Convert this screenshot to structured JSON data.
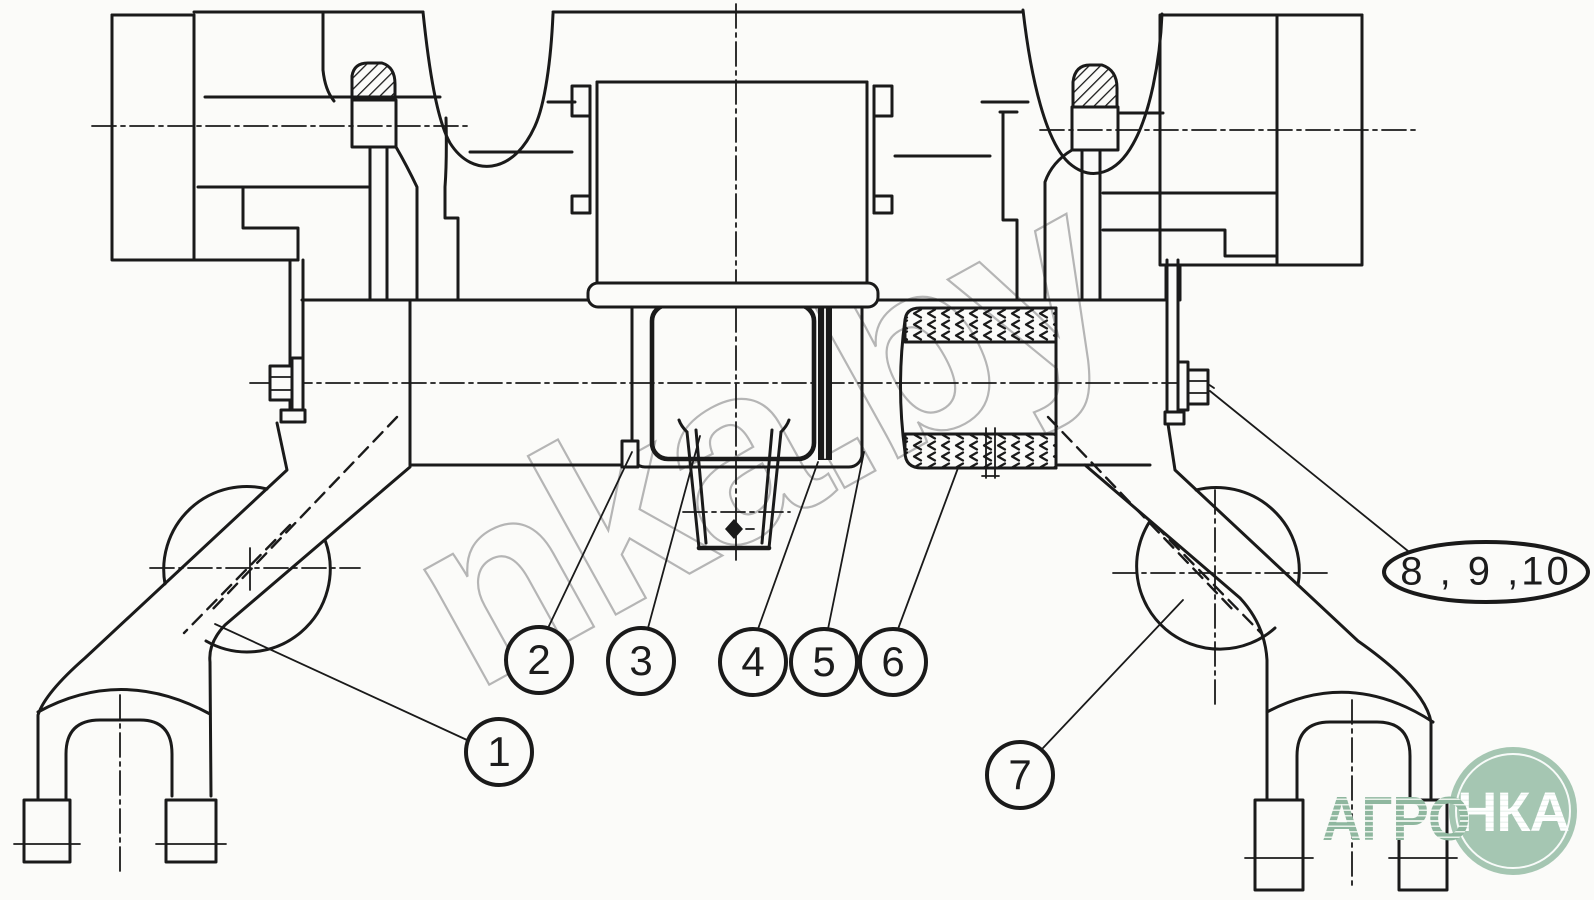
{
  "diagram": {
    "watermark": "nka.by",
    "type": "front-axle assembly cross-section drawing"
  },
  "callouts": {
    "c1": "1",
    "c2": "2",
    "c3": "3",
    "c4": "4",
    "c5": "5",
    "c6": "6",
    "c7": "7",
    "c8910": "8 , 9 ,10"
  },
  "logo": {
    "left": "АГРО",
    "circle": "НКА"
  },
  "colors": {
    "line": "#1a1a1a",
    "watermark_gray": "#b5b5b5",
    "logo_green": "#9fc0ac",
    "background": "#fbfbf9"
  }
}
